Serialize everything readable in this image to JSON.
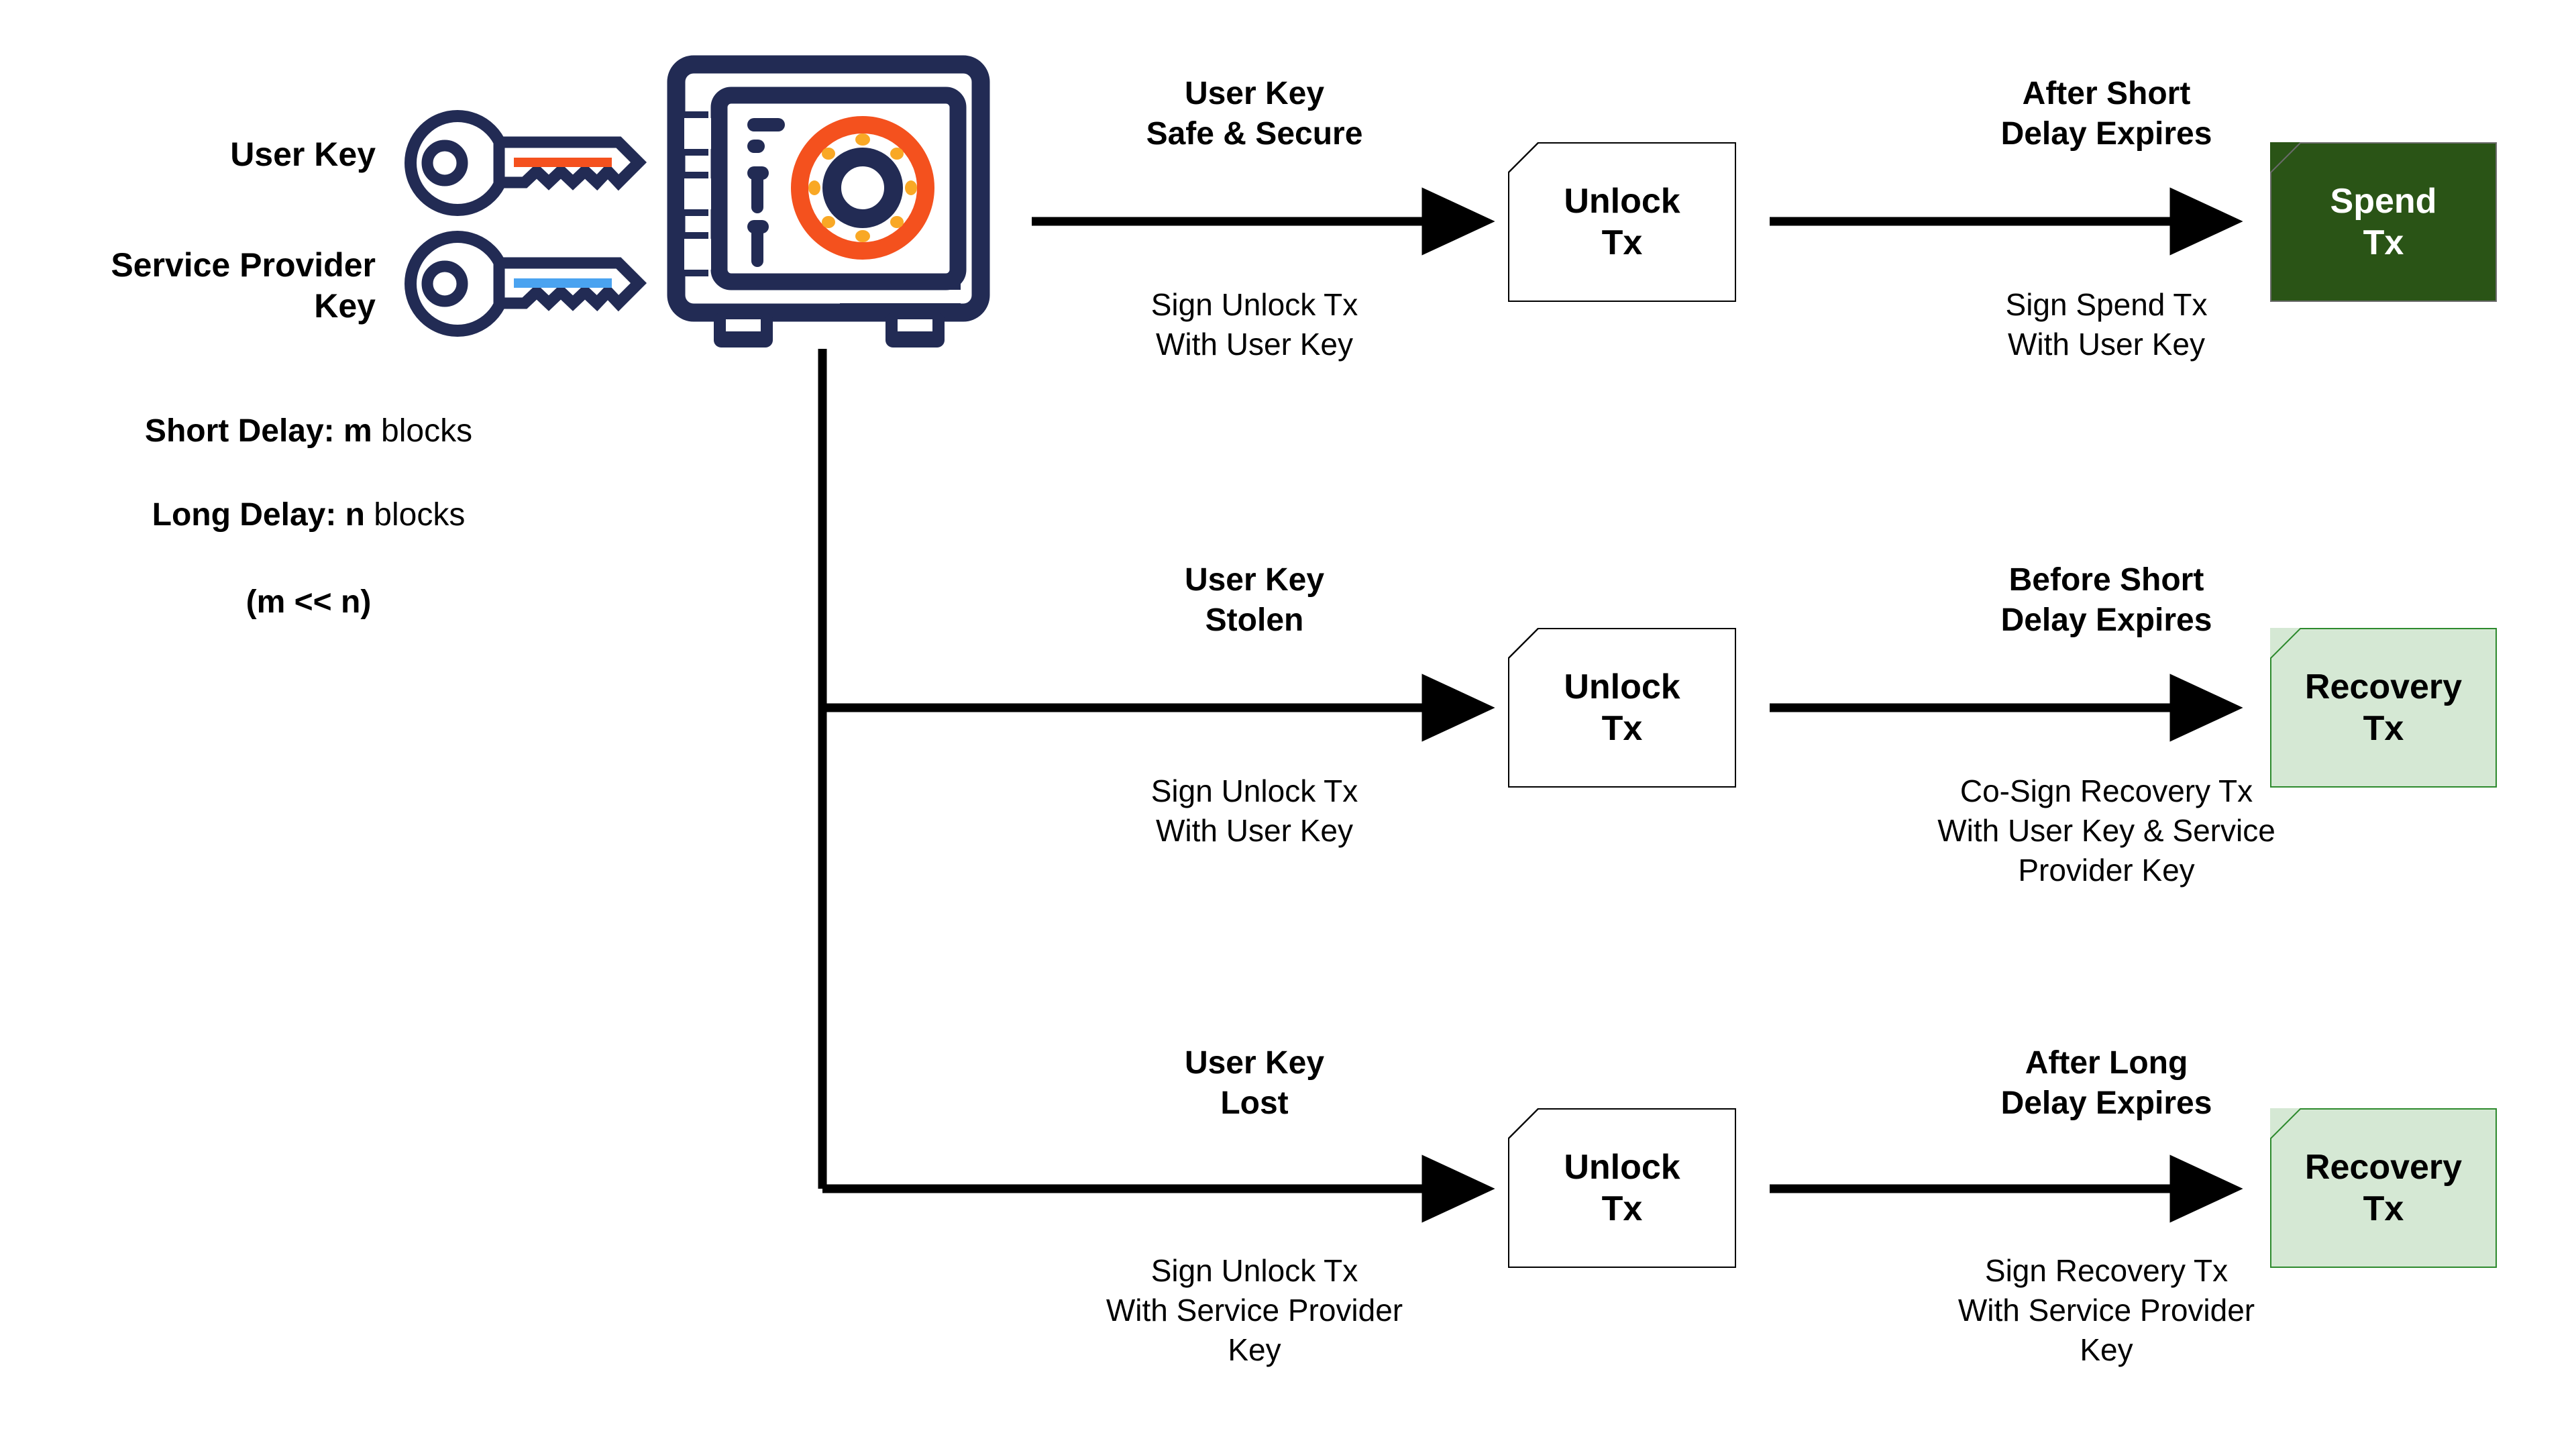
{
  "legend": {
    "keys": [
      {
        "label": "User Key",
        "icon": "key-icon",
        "stripe_color": "#f4511e"
      },
      {
        "label": "Service Provider\nKey",
        "icon": "key-icon",
        "stripe_color": "#4aa3f0"
      }
    ],
    "delays": [
      {
        "bold": "Short Delay: m",
        "regular": " blocks"
      },
      {
        "bold": "Long Delay: n",
        "regular": " blocks"
      },
      {
        "bold": "(m << n)",
        "regular": ""
      }
    ]
  },
  "vault": {
    "icon": "safe-icon",
    "body_color": "#222b54",
    "dial_color": "#f4511e",
    "dial_dot_color": "#f9a825"
  },
  "flows": [
    {
      "id": "safe-and-secure",
      "step1": {
        "title": "User Key\nSafe & Secure",
        "subtitle": "Sign Unlock Tx\nWith User Key",
        "arrow": "arrow-right-icon"
      },
      "intermediate": {
        "label": "Unlock\nTx",
        "kind": "unlock"
      },
      "step2": {
        "title": "After Short\nDelay Expires",
        "subtitle": "Sign Spend Tx\nWith User Key",
        "arrow": "arrow-right-icon"
      },
      "outcome": {
        "label": "Spend\nTx",
        "kind": "spend",
        "fill": "#2a5416",
        "text_color": "#ffffff"
      }
    },
    {
      "id": "key-stolen",
      "step1": {
        "title": "User Key\nStolen",
        "subtitle": "Sign Unlock Tx\nWith User Key",
        "arrow": "arrow-right-icon"
      },
      "intermediate": {
        "label": "Unlock\nTx",
        "kind": "unlock"
      },
      "step2": {
        "title": "Before Short\nDelay Expires",
        "subtitle": "Co-Sign Recovery Tx\nWith User Key & Service\nProvider Key",
        "arrow": "arrow-right-icon"
      },
      "outcome": {
        "label": "Recovery\nTx",
        "kind": "recovery",
        "fill": "#d5e8d4",
        "text_color": "#000000"
      }
    },
    {
      "id": "key-lost",
      "step1": {
        "title": "User Key\nLost",
        "subtitle": "Sign Unlock Tx\nWith Service Provider\nKey",
        "arrow": "arrow-right-icon"
      },
      "intermediate": {
        "label": "Unlock\nTx",
        "kind": "unlock"
      },
      "step2": {
        "title": "After Long\nDelay Expires",
        "subtitle": "Sign Recovery Tx\nWith Service Provider\nKey",
        "arrow": "arrow-right-icon"
      },
      "outcome": {
        "label": "Recovery\nTx",
        "kind": "recovery",
        "fill": "#d5e8d4",
        "text_color": "#000000"
      }
    }
  ],
  "colors": {
    "navy": "#222b54",
    "orange": "#f4511e",
    "amber": "#f9a825",
    "blue": "#4aa3f0",
    "dark_green": "#2a5416",
    "light_green": "#d5e8d4",
    "green_border": "#2d8a2d",
    "line": "#000000",
    "background": "#ffffff"
  }
}
